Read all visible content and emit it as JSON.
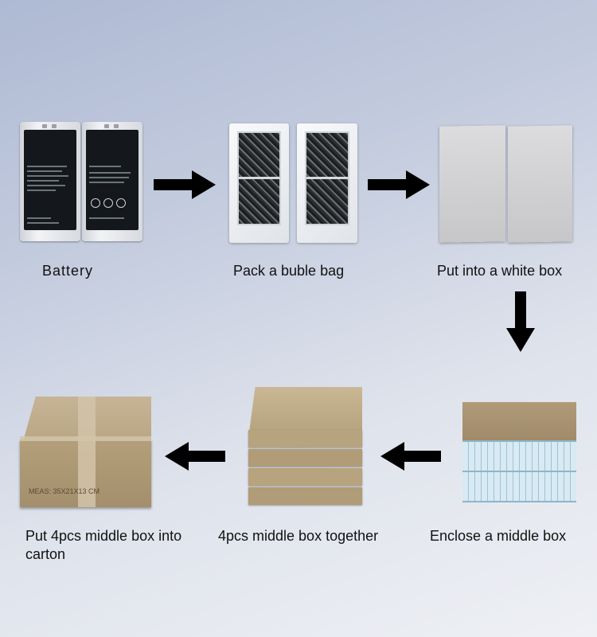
{
  "steps": [
    {
      "label": "Battery"
    },
    {
      "label": "Pack a buble bag"
    },
    {
      "label": "Put into a white box"
    },
    {
      "label": "Enclose a middle box"
    },
    {
      "label": "4pcs middle box together"
    },
    {
      "label": "Put 4pcs middle box into carton"
    }
  ],
  "carton_marking": "MEAS: 35X21X13 CM",
  "colors": {
    "arrow": "#000000",
    "background_top": "#aeb9d3",
    "background_bottom": "#eef0f4",
    "label_text": "#111111"
  }
}
